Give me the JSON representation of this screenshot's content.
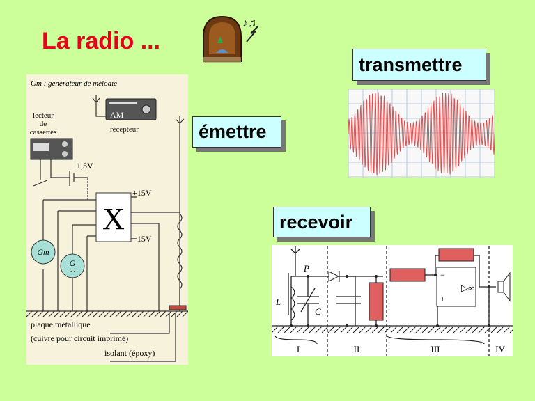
{
  "slide": {
    "title": "La radio ...",
    "labels": {
      "emettre": "émettre",
      "transmettre": "transmettre",
      "recevoir": "recevoir"
    }
  },
  "emitter_diagram": {
    "legend": "Gm : générateur de mélodie",
    "cassette_label": [
      "lecteur",
      "de",
      "cassettes"
    ],
    "receiver_tag": "AM",
    "receiver_label": "récepteur",
    "battery": "1,5V",
    "box": "X",
    "plus_supply": "+15V",
    "minus_supply": "−15V",
    "gm": "Gm",
    "g": "G",
    "g_sub": "~",
    "plate": "plaque métallique",
    "plate_note": "(cuivre pour circuit imprimé)",
    "insulator": "isolant (époxy)"
  },
  "receiver_diagram": {
    "node_p": "P",
    "inductor": "L",
    "capacitor": "C",
    "opamp": "▷∞",
    "minus": "−",
    "plus": "+",
    "stages": [
      "I",
      "II",
      "III",
      "IV"
    ]
  },
  "colors": {
    "background": "#ccff99",
    "title": "#e8001c",
    "label_bg": "#ccffff",
    "resistor": "#e06060",
    "wave": "#e05050"
  }
}
